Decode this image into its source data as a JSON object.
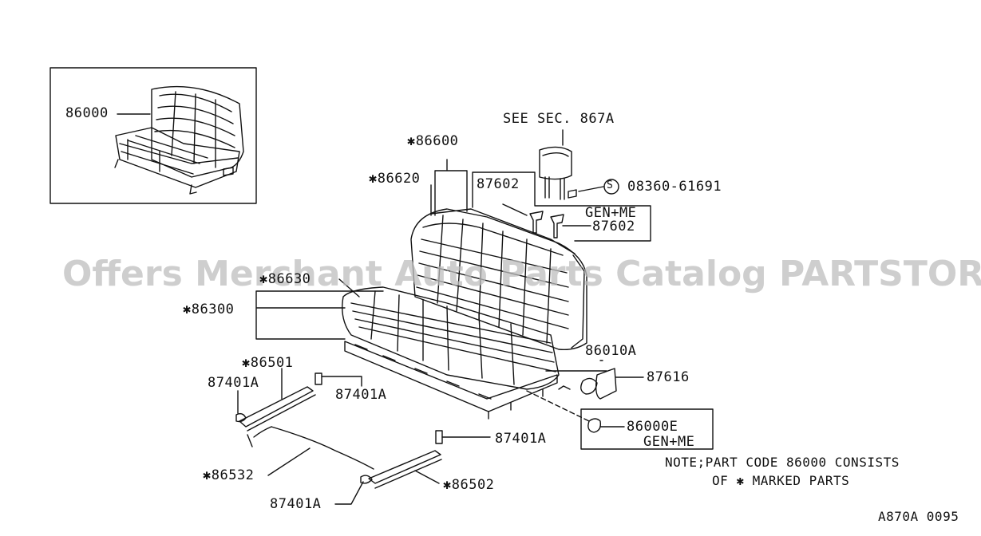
{
  "diagram": {
    "inset_label": "86000",
    "headrest_ref": "SEE SEC. 867A",
    "labels": {
      "l86600": "✱86600",
      "l86620": "✱86620",
      "l87602a": "87602",
      "l87602b": "87602",
      "l08360": "08360-61691",
      "lgenme1": "GEN+ME",
      "l86630": "✱86630",
      "l86300": "✱86300",
      "l86501": "✱86501",
      "l87401a_1": "87401A",
      "l87401a_2": "87401A",
      "l87401a_3": "87401A",
      "l87401a_4": "87401A",
      "l86010a": "86010A",
      "l87616": "87616",
      "l86000e": "86000E",
      "lgenme2": "GEN+ME",
      "l86532": "✱86532",
      "l86502": "✱86502"
    },
    "s_symbol": "S",
    "note_line1": "NOTE;PART CODE 86000 CONSISTS",
    "note_line2": "OF ✱ MARKED PARTS",
    "code": "A870A 0095"
  },
  "watermark": "Offers Merchant Auto Parts Catalog PARTSTORE.SA",
  "colors": {
    "line": "#111111",
    "watermark": "#bebebe"
  }
}
